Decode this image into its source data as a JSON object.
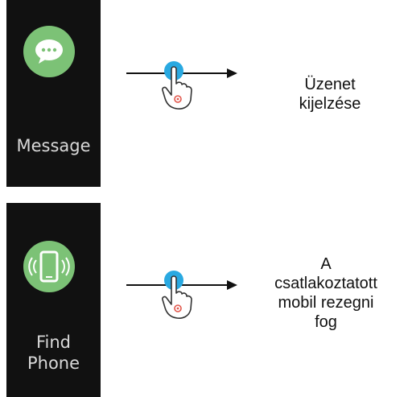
{
  "items": [
    {
      "device_label": "Message",
      "app_icon": "message-bubble-icon",
      "gesture": "tap-hand-icon",
      "caption": "Üzenet\nkijelzése"
    },
    {
      "device_label": "Find\nPhone",
      "app_icon": "vibrating-phone-icon",
      "gesture": "tap-hand-icon",
      "caption": "A\ncsatlakoztatott\nmobil rezegni\nfog"
    }
  ],
  "colors": {
    "device_bg": "#111111",
    "icon_green": "#7cc276",
    "tap_blue": "#29a9e1",
    "hand_red": "#e2574c"
  }
}
